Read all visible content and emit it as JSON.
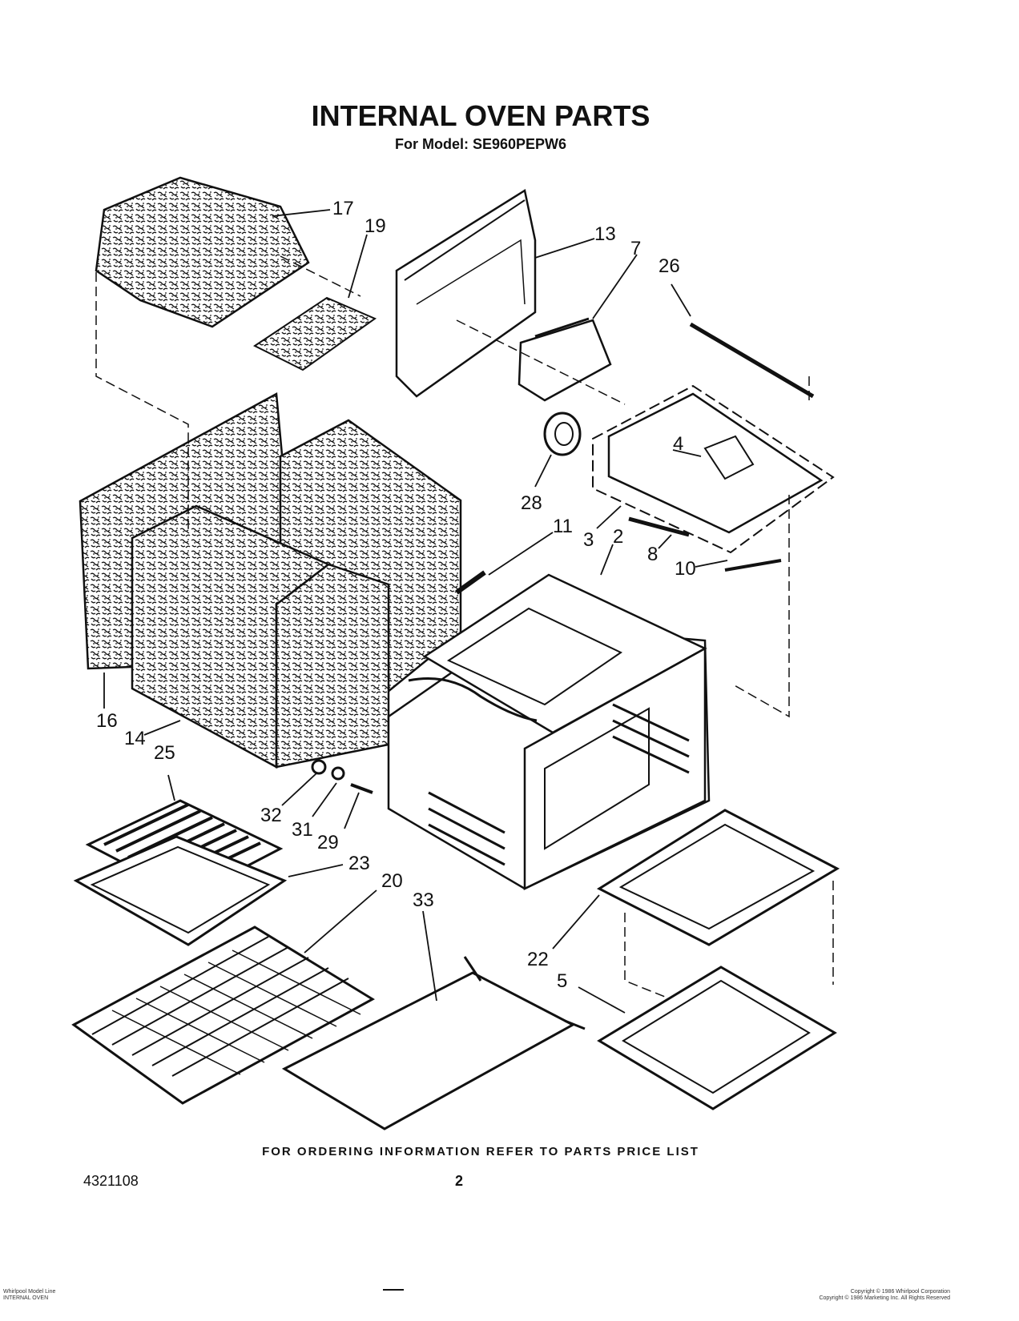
{
  "header": {
    "title": "INTERNAL OVEN PARTS",
    "subtitle": "For Model: SE960PEPW6"
  },
  "callouts": [
    "17",
    "19",
    "13",
    "7",
    "26",
    "28",
    "4",
    "3",
    "8",
    "10",
    "11",
    "2",
    "16",
    "14",
    "25",
    "32",
    "31",
    "29",
    "23",
    "20",
    "33",
    "22",
    "5"
  ],
  "footer": {
    "ordering_note": "FOR ORDERING INFORMATION REFER TO PARTS PRICE LIST",
    "doc_number": "4321108",
    "page_number": "2",
    "fine_left_1": "Whirlpool Model Line",
    "fine_left_2": "INTERNAL OVEN",
    "fine_right_1": "Copyright © 1986 Whirlpool Corporation",
    "fine_right_2": "Copyright © 1986 Marketing Inc. All Rights Reserved"
  }
}
